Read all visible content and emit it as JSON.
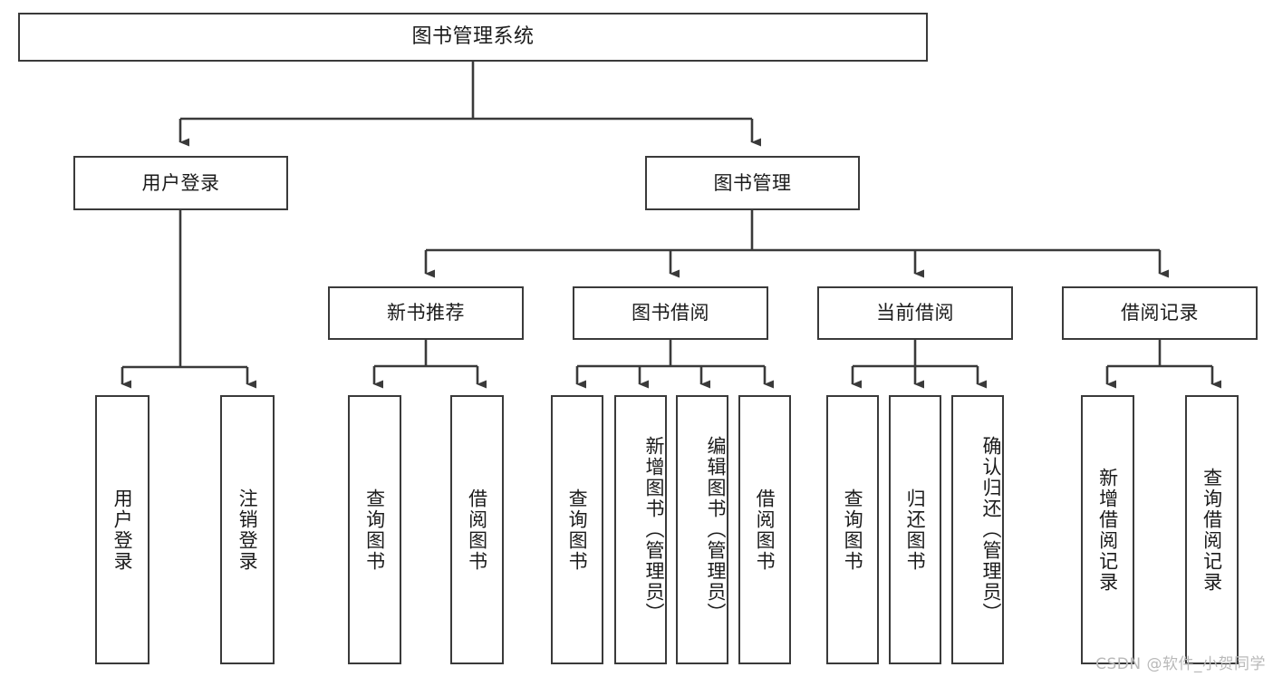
{
  "diagram": {
    "title": "图书管理系统",
    "type": "tree-hierarchy-diagram",
    "watermark": "CSDN @软件_小贺同学",
    "colors": {
      "box_border": "#3a3a3a",
      "box_fill": "#ffffff",
      "connector": "#3a3a3a",
      "text": "#1b1b1b",
      "watermark": "#b9b9b9"
    },
    "root": {
      "label": "图书管理系统"
    },
    "level2": [
      {
        "id": "user-login",
        "label": "用户登录"
      },
      {
        "id": "book-management",
        "label": "图书管理"
      }
    ],
    "level3": [
      {
        "id": "new-book-recommend",
        "label": "新书推荐"
      },
      {
        "id": "book-borrow",
        "label": "图书借阅"
      },
      {
        "id": "current-borrow",
        "label": "当前借阅"
      },
      {
        "id": "borrow-record",
        "label": "借阅记录"
      }
    ],
    "leaves": {
      "user-login": [
        {
          "id": "leaf-user-login",
          "label": "用户登录"
        },
        {
          "id": "leaf-logout-login",
          "label": "注销登录"
        }
      ],
      "new-book-recommend": [
        {
          "id": "leaf-query-book-1",
          "label": "查询图书"
        },
        {
          "id": "leaf-borrow-book-1",
          "label": "借阅图书"
        }
      ],
      "book-borrow": [
        {
          "id": "leaf-query-book-2",
          "label": "查询图书"
        },
        {
          "id": "leaf-add-book",
          "label": "新增图书（管理员）"
        },
        {
          "id": "leaf-edit-book",
          "label": "编辑图书（管理员）"
        },
        {
          "id": "leaf-borrow-book-2",
          "label": "借阅图书"
        }
      ],
      "current-borrow": [
        {
          "id": "leaf-query-book-3",
          "label": "查询图书"
        },
        {
          "id": "leaf-return-book",
          "label": "归还图书"
        },
        {
          "id": "leaf-confirm-return",
          "label": "确认归还（管理员）"
        }
      ],
      "borrow-record": [
        {
          "id": "leaf-add-record",
          "label": "新增借阅记录"
        },
        {
          "id": "leaf-query-record",
          "label": "查询借阅记录"
        }
      ]
    }
  }
}
